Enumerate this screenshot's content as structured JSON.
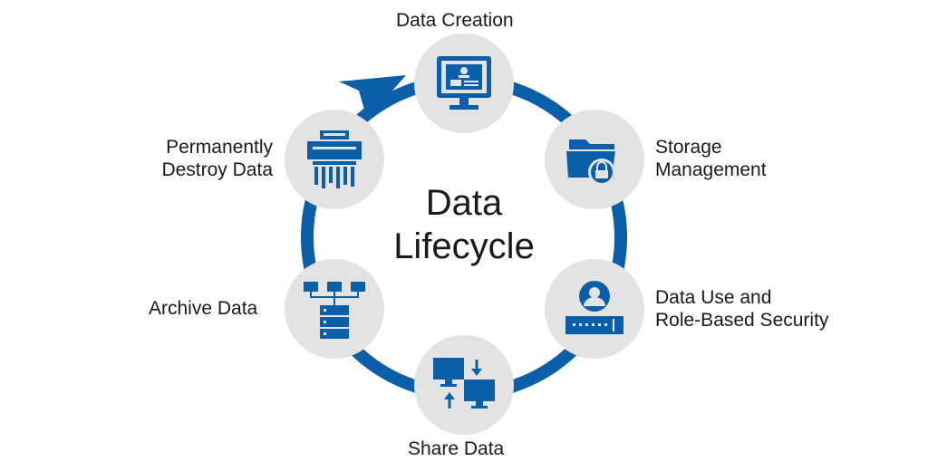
{
  "title": {
    "line1": "Data",
    "line2": "Lifecycle"
  },
  "accent_color": "#0b5ea8",
  "node_color": "#e3e3e3",
  "stages": [
    {
      "lines": [
        "Data Creation"
      ],
      "icon": "monitor-id-card-icon"
    },
    {
      "lines": [
        "Storage",
        "Management"
      ],
      "icon": "folder-lock-icon"
    },
    {
      "lines": [
        "Data Use and",
        "Role-Based Security"
      ],
      "icon": "user-server-icon"
    },
    {
      "lines": [
        "Share Data"
      ],
      "icon": "computers-exchange-icon"
    },
    {
      "lines": [
        "Archive Data"
      ],
      "icon": "archive-network-icon"
    },
    {
      "lines": [
        "Permanently",
        "Destroy Data"
      ],
      "icon": "shredder-icon"
    }
  ]
}
